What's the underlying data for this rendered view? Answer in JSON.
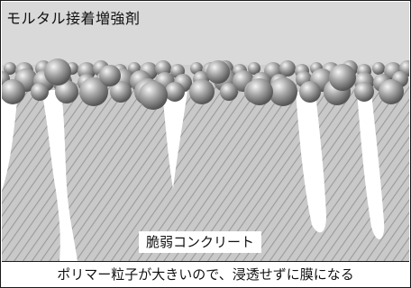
{
  "labels": {
    "title": "モルタル接着増強剤",
    "substrate": "脆弱コンクリート",
    "caption": "ポリマー粒子が大きいので、浸透せずに膜になる"
  },
  "colors": {
    "concrete_fill": "#cfcfcf",
    "hatch_line": "#9a9a9a",
    "crack_fill": "#ffffff",
    "sky": "#d9d9d9",
    "particle_highlight": "#f4f4f4",
    "particle_shadow": "#555555",
    "border": "#1a1a1a"
  }
}
